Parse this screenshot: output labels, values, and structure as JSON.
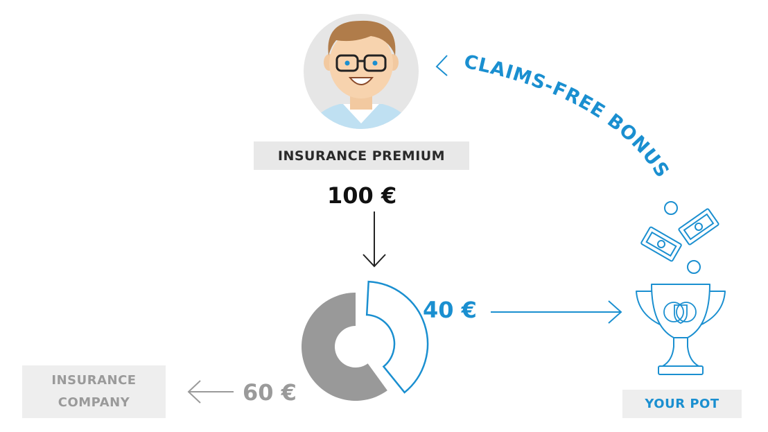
{
  "premium": {
    "label": "INSURANCE PREMIUM",
    "amount": "100 €"
  },
  "company": {
    "label_line1": "INSURANCE",
    "label_line2": "COMPANY",
    "amount": "60 €"
  },
  "pot": {
    "label": "YOUR POT",
    "amount": "40 €"
  },
  "bonus": {
    "label": "CLAIMS-FREE BONUS"
  },
  "split": {
    "company_share": 60,
    "pot_share": 40
  },
  "colors": {
    "blue": "#1a8fd0",
    "grey": "#9a9a9a",
    "dark": "#111111",
    "donut_grey": "#999999",
    "box_bg": "#e8e8e8"
  },
  "icons": [
    "person-avatar-icon",
    "money-bills-icon",
    "coins-icon",
    "trophy-cup-icon",
    "shield-icon"
  ]
}
